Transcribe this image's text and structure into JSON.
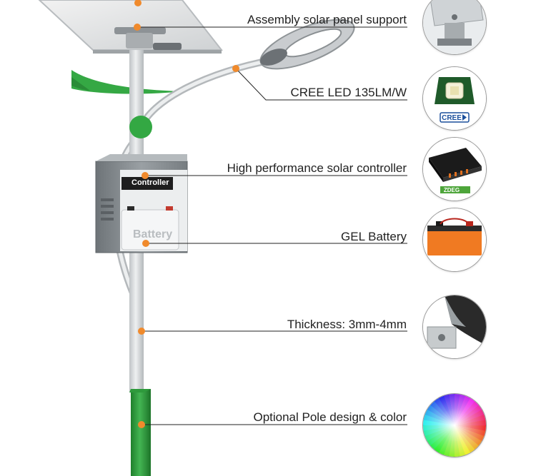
{
  "features": [
    {
      "label": "Assembly solar panel support",
      "icon": "bracket-icon"
    },
    {
      "label": "CREE LED  135LM/W",
      "icon": "led-chip-icon"
    },
    {
      "label": "High performance solar controller",
      "icon": "controller-icon"
    },
    {
      "label": "GEL Battery",
      "icon": "battery-icon"
    },
    {
      "label": "Thickness: 3mm-4mm",
      "icon": "pole-section-icon"
    },
    {
      "label": "Optional Pole design & color",
      "icon": "color-wheel-icon"
    }
  ],
  "controller_box": {
    "controller_label": "Controller",
    "battery_label": "Battery"
  },
  "thumbnails": {
    "cree_logo_text": "CREE",
    "zdeg_logo_text": "ZDEG"
  },
  "colors": {
    "accent_dot": "#f08a2c",
    "pole_green": "#2e9a3c",
    "pole_gray": "#d3d6d8",
    "leader_line": "#222222"
  }
}
